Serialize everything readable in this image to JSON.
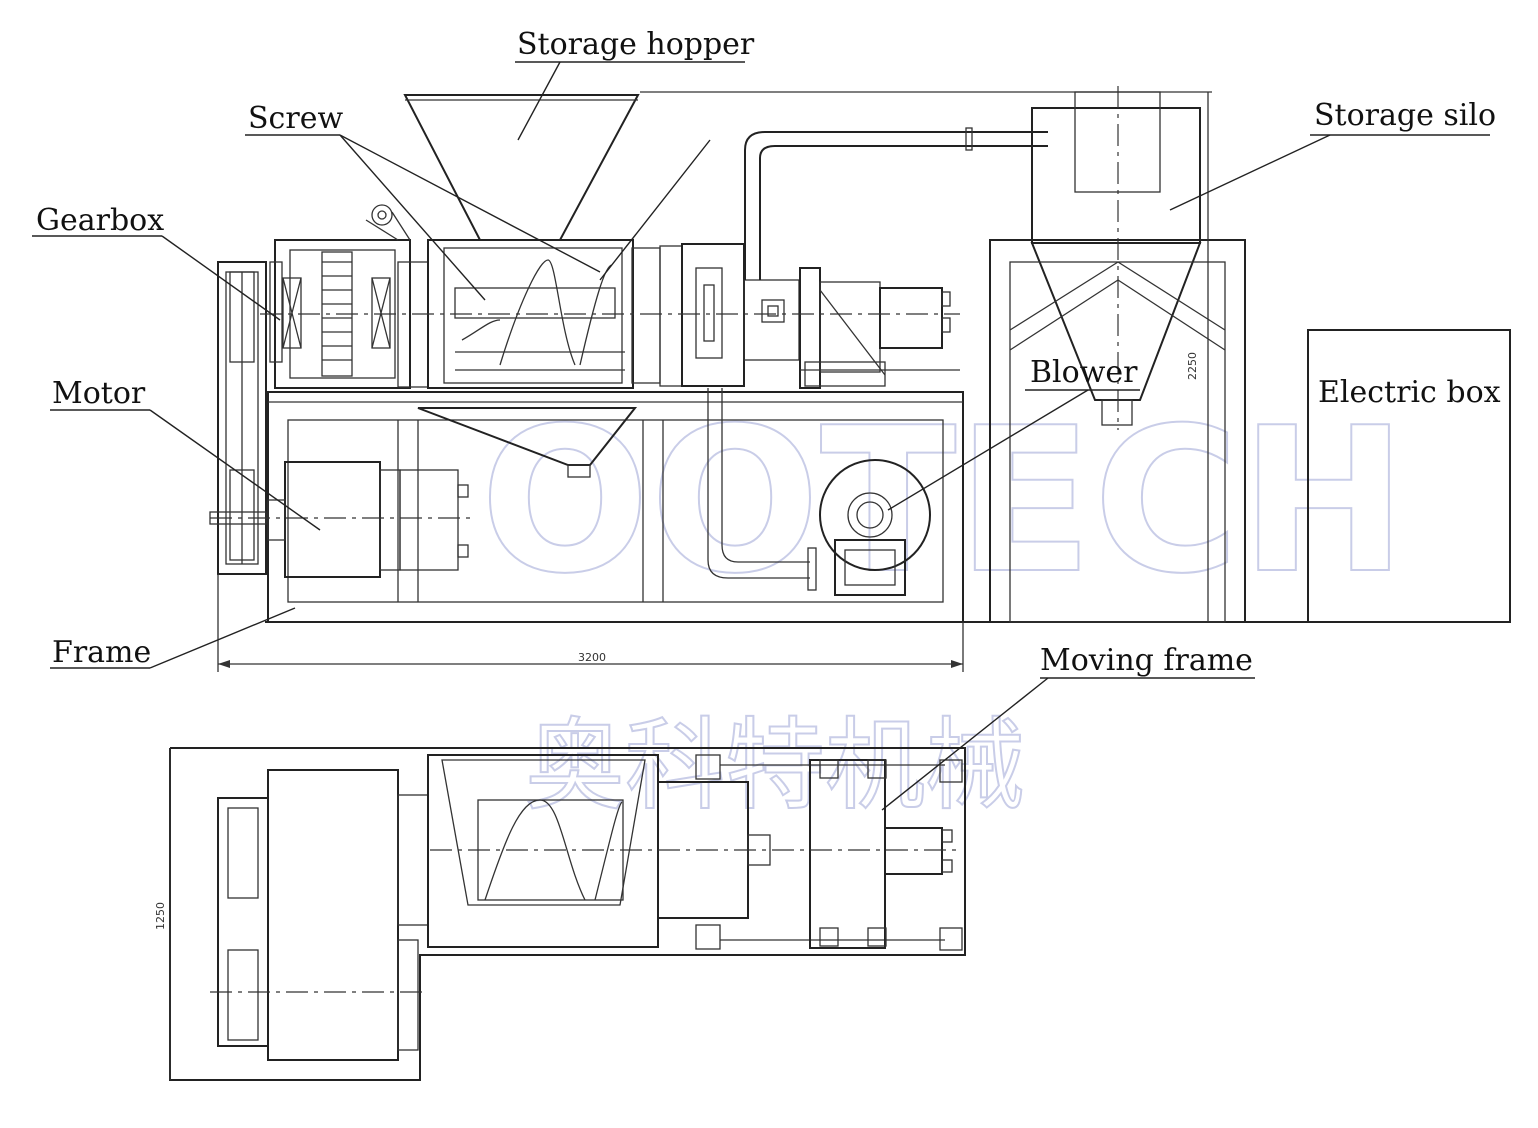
{
  "labels": {
    "storage_hopper": "Storage hopper",
    "screw": "Screw",
    "gearbox": "Gearbox",
    "motor": "Motor",
    "frame": "Frame",
    "storage_silo": "Storage silo",
    "blower": "Blower",
    "electric_box": "Electric box",
    "moving_frame": "Moving frame"
  },
  "dimensions": {
    "length": "3200",
    "width": "1250",
    "silo_height": "2250"
  },
  "watermark": {
    "latin": "OOTECH",
    "chinese": "奥科特机械"
  },
  "colors": {
    "line": "#222222",
    "watermark": "#c9cde8",
    "background": "#ffffff"
  }
}
